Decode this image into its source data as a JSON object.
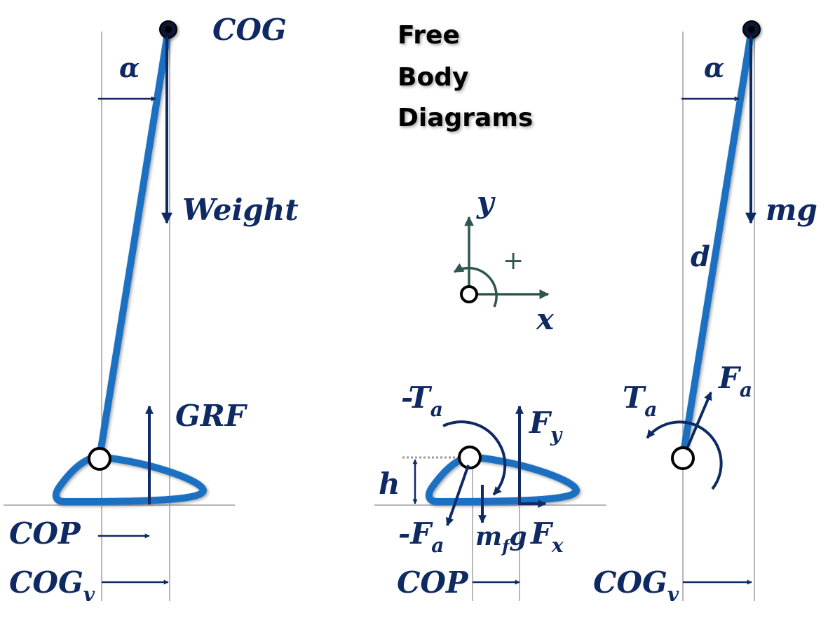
{
  "title": {
    "line1": "Free",
    "line2": "Body",
    "line3": "Diagrams"
  },
  "left": {
    "cog": "COG",
    "alpha": "α",
    "weight": "Weight",
    "grf": "GRF",
    "cop": "COP",
    "cogv_main": "COG",
    "cogv_sub": "v"
  },
  "axes": {
    "y": "y",
    "x": "x",
    "plus": "+"
  },
  "foot": {
    "neg_t_main": "-T",
    "neg_t_sub": "a",
    "fy_main": "F",
    "fy_sub": "y",
    "h": "h",
    "neg_f_main": "-F",
    "neg_f_sub": "a",
    "mfg_m": "m",
    "mfg_f": "f",
    "mfg_g": "g",
    "fx_main": "F",
    "fx_sub": "x",
    "cop": "COP"
  },
  "right": {
    "alpha": "α",
    "mg": "mg",
    "d": "d",
    "ta_main": "T",
    "ta_sub": "a",
    "fa_main": "F",
    "fa_sub": "a",
    "cogv_main": "COG",
    "cogv_sub": "v"
  },
  "colors": {
    "navy": "#0f2a63",
    "segment_blue": "#1b6fc2",
    "teal": "#2f5551",
    "ref_gray": "#b8b8b8"
  }
}
